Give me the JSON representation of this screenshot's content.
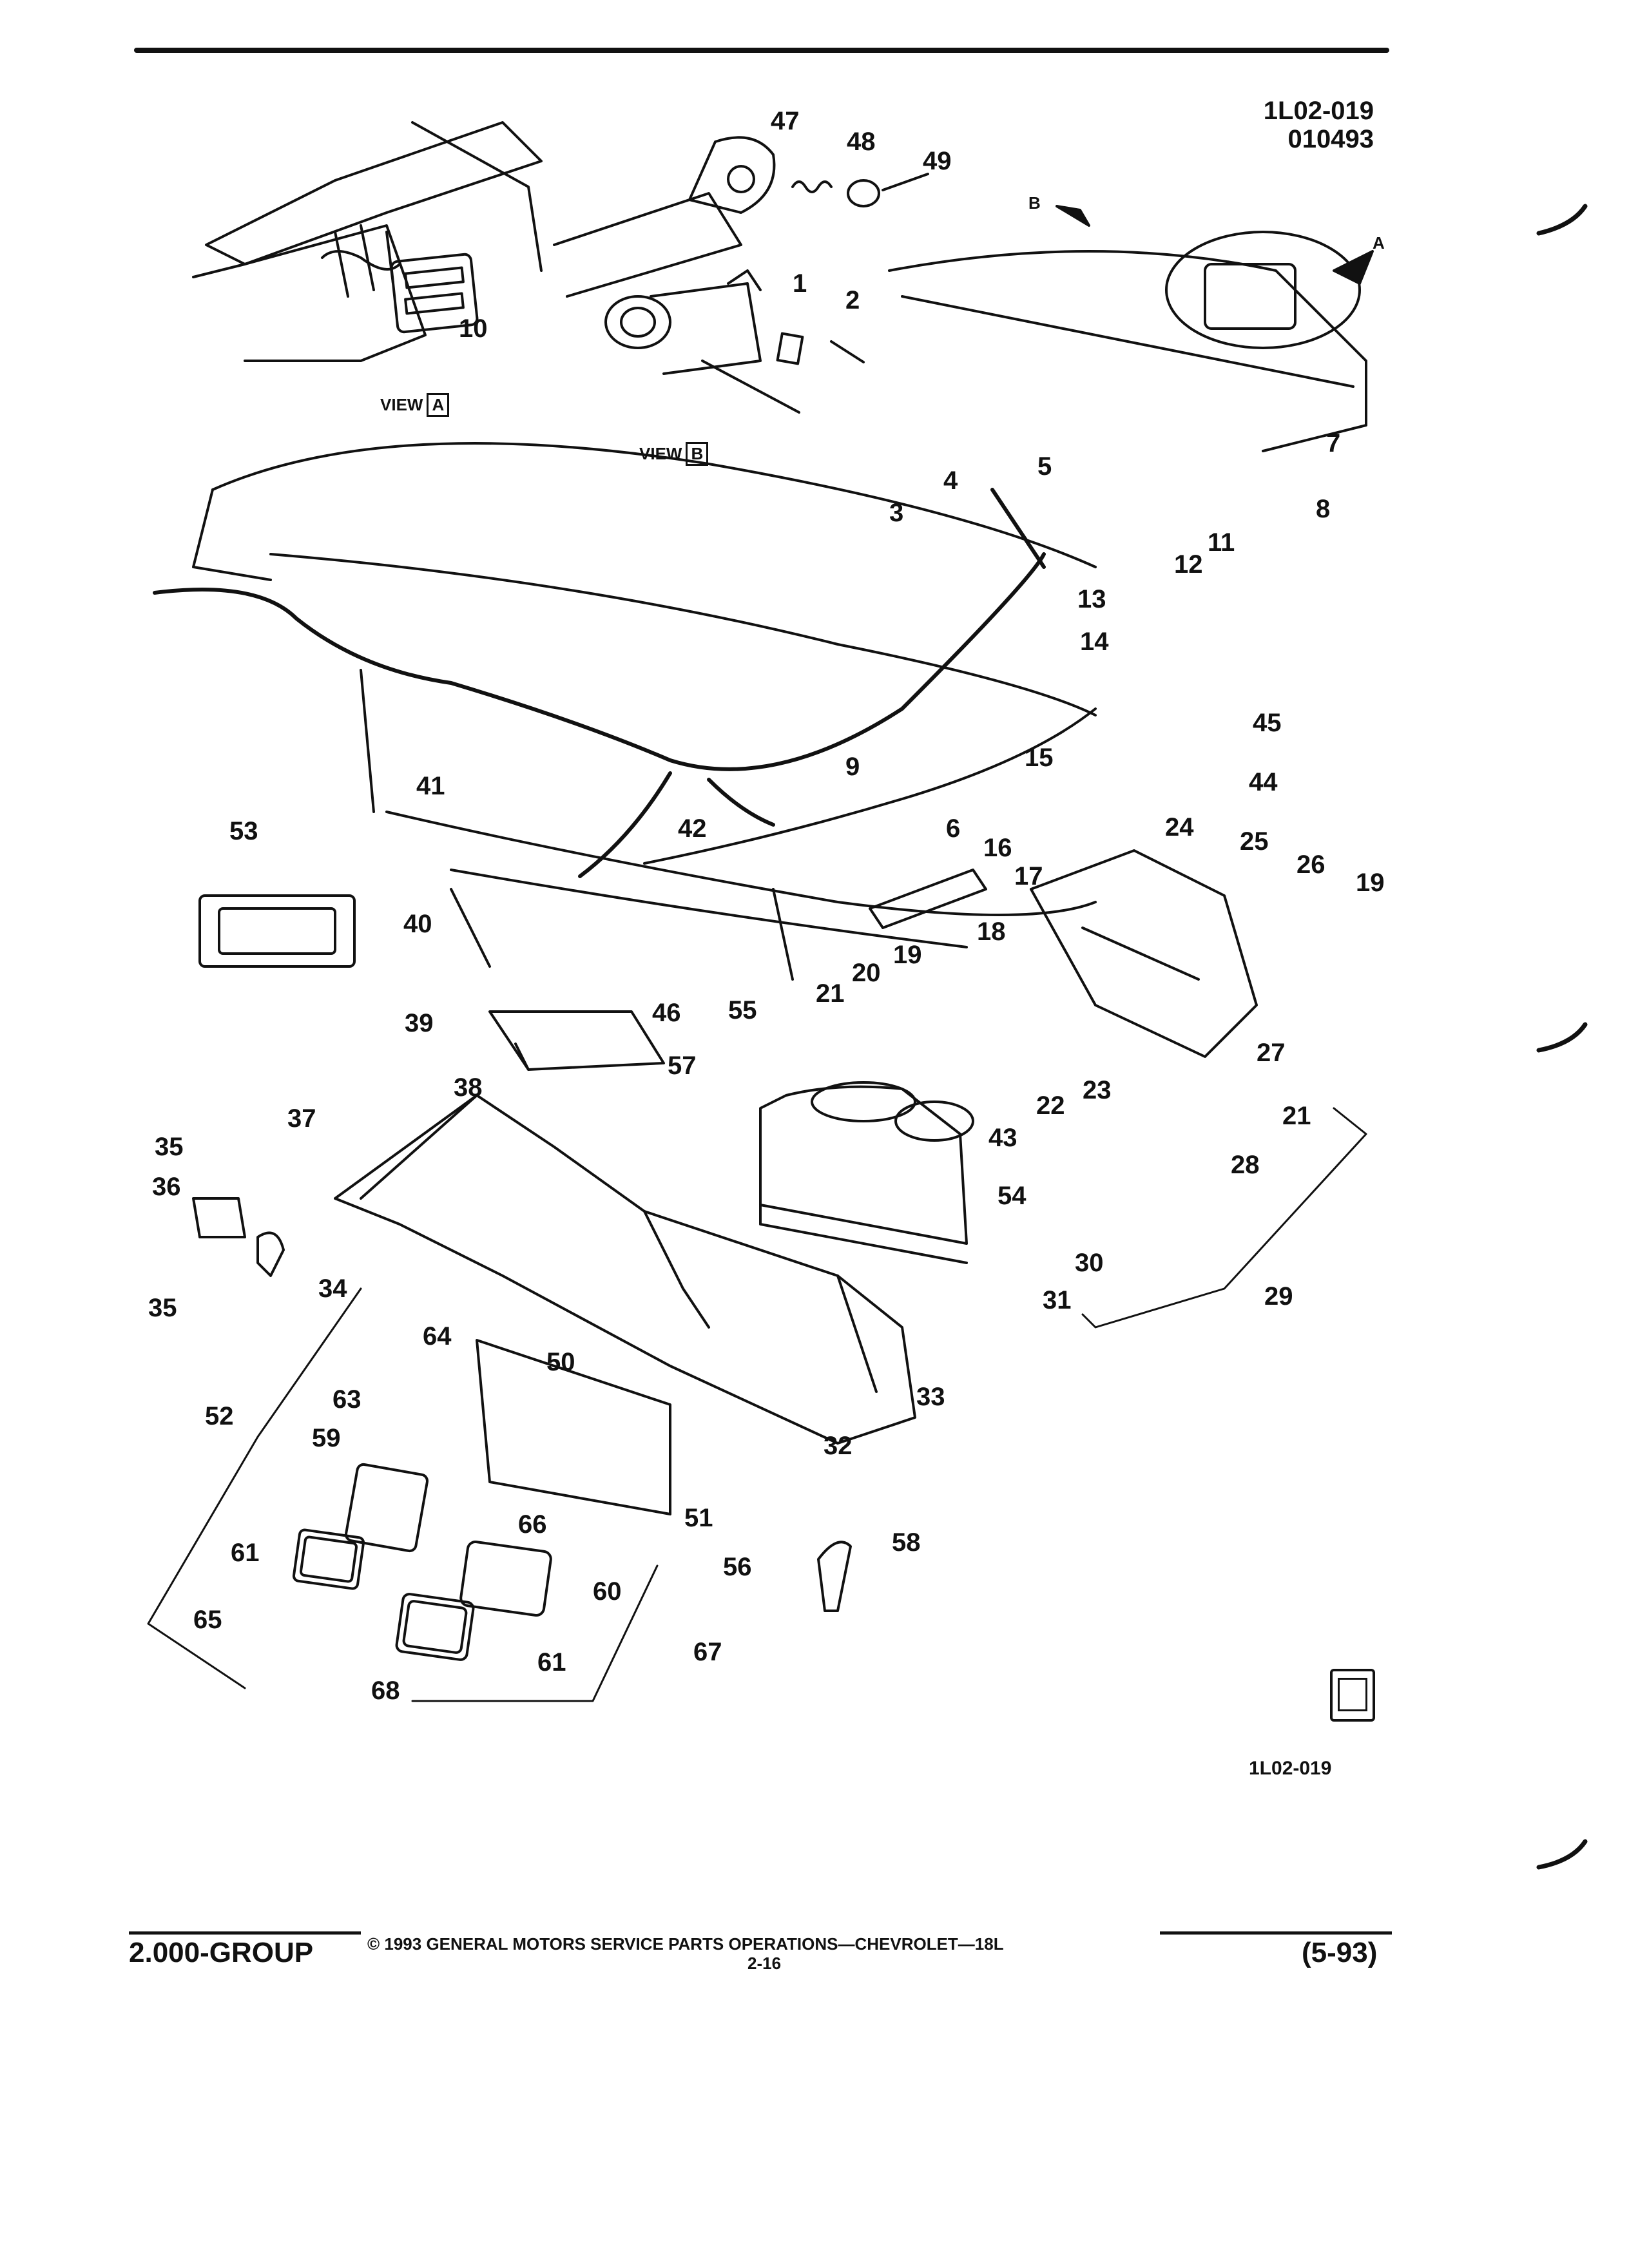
{
  "header": {
    "line1": "1L02-019",
    "line2": "010493"
  },
  "views": {
    "a": {
      "word": "VIEW",
      "letter": "A"
    },
    "b": {
      "word": "VIEW",
      "letter": "B"
    }
  },
  "arrows": {
    "a": "A",
    "b": "B"
  },
  "callouts": [
    {
      "id": "c1",
      "text": "1"
    },
    {
      "id": "c2",
      "text": "2"
    },
    {
      "id": "c3",
      "text": "3"
    },
    {
      "id": "c4",
      "text": "4"
    },
    {
      "id": "c5",
      "text": "5"
    },
    {
      "id": "c6",
      "text": "6"
    },
    {
      "id": "c7",
      "text": "7"
    },
    {
      "id": "c8",
      "text": "8"
    },
    {
      "id": "c9",
      "text": "9"
    },
    {
      "id": "c10",
      "text": "10"
    },
    {
      "id": "c11",
      "text": "11"
    },
    {
      "id": "c12",
      "text": "12"
    },
    {
      "id": "c13",
      "text": "13"
    },
    {
      "id": "c14",
      "text": "14"
    },
    {
      "id": "c15",
      "text": "15"
    },
    {
      "id": "c16",
      "text": "16"
    },
    {
      "id": "c17",
      "text": "17"
    },
    {
      "id": "c18",
      "text": "18"
    },
    {
      "id": "c19a",
      "text": "19"
    },
    {
      "id": "c19b",
      "text": "19"
    },
    {
      "id": "c20",
      "text": "20"
    },
    {
      "id": "c21a",
      "text": "21"
    },
    {
      "id": "c21b",
      "text": "21"
    },
    {
      "id": "c22",
      "text": "22"
    },
    {
      "id": "c23",
      "text": "23"
    },
    {
      "id": "c24",
      "text": "24"
    },
    {
      "id": "c25",
      "text": "25"
    },
    {
      "id": "c26",
      "text": "26"
    },
    {
      "id": "c27",
      "text": "27"
    },
    {
      "id": "c28",
      "text": "28"
    },
    {
      "id": "c29",
      "text": "29"
    },
    {
      "id": "c30",
      "text": "30"
    },
    {
      "id": "c31",
      "text": "31"
    },
    {
      "id": "c32",
      "text": "32"
    },
    {
      "id": "c33",
      "text": "33"
    },
    {
      "id": "c34",
      "text": "34"
    },
    {
      "id": "c35a",
      "text": "35"
    },
    {
      "id": "c35b",
      "text": "35"
    },
    {
      "id": "c36",
      "text": "36"
    },
    {
      "id": "c37",
      "text": "37"
    },
    {
      "id": "c38",
      "text": "38"
    },
    {
      "id": "c39",
      "text": "39"
    },
    {
      "id": "c40",
      "text": "40"
    },
    {
      "id": "c41",
      "text": "41"
    },
    {
      "id": "c42",
      "text": "42"
    },
    {
      "id": "c43",
      "text": "43"
    },
    {
      "id": "c44",
      "text": "44"
    },
    {
      "id": "c45",
      "text": "45"
    },
    {
      "id": "c46",
      "text": "46"
    },
    {
      "id": "c47",
      "text": "47"
    },
    {
      "id": "c48",
      "text": "48"
    },
    {
      "id": "c49",
      "text": "49"
    },
    {
      "id": "c50",
      "text": "50"
    },
    {
      "id": "c51",
      "text": "51"
    },
    {
      "id": "c52",
      "text": "52"
    },
    {
      "id": "c53",
      "text": "53"
    },
    {
      "id": "c54",
      "text": "54"
    },
    {
      "id": "c55",
      "text": "55"
    },
    {
      "id": "c56",
      "text": "56"
    },
    {
      "id": "c57",
      "text": "57"
    },
    {
      "id": "c58",
      "text": "58"
    },
    {
      "id": "c59",
      "text": "59"
    },
    {
      "id": "c60",
      "text": "60"
    },
    {
      "id": "c61a",
      "text": "61"
    },
    {
      "id": "c61b",
      "text": "61"
    },
    {
      "id": "c63",
      "text": "63"
    },
    {
      "id": "c64",
      "text": "64"
    },
    {
      "id": "c65",
      "text": "65"
    },
    {
      "id": "c66",
      "text": "66"
    },
    {
      "id": "c67",
      "text": "67"
    },
    {
      "id": "c68",
      "text": "68"
    }
  ],
  "figure_code": "1L02-019",
  "logo_icon": "gm-spo-logo-icon",
  "footer": {
    "group": "2.000-GROUP",
    "copyright": "© 1993 GENERAL MOTORS SERVICE PARTS OPERATIONS—CHEVROLET—18L",
    "page": "2-16",
    "date": "(5-93)"
  }
}
